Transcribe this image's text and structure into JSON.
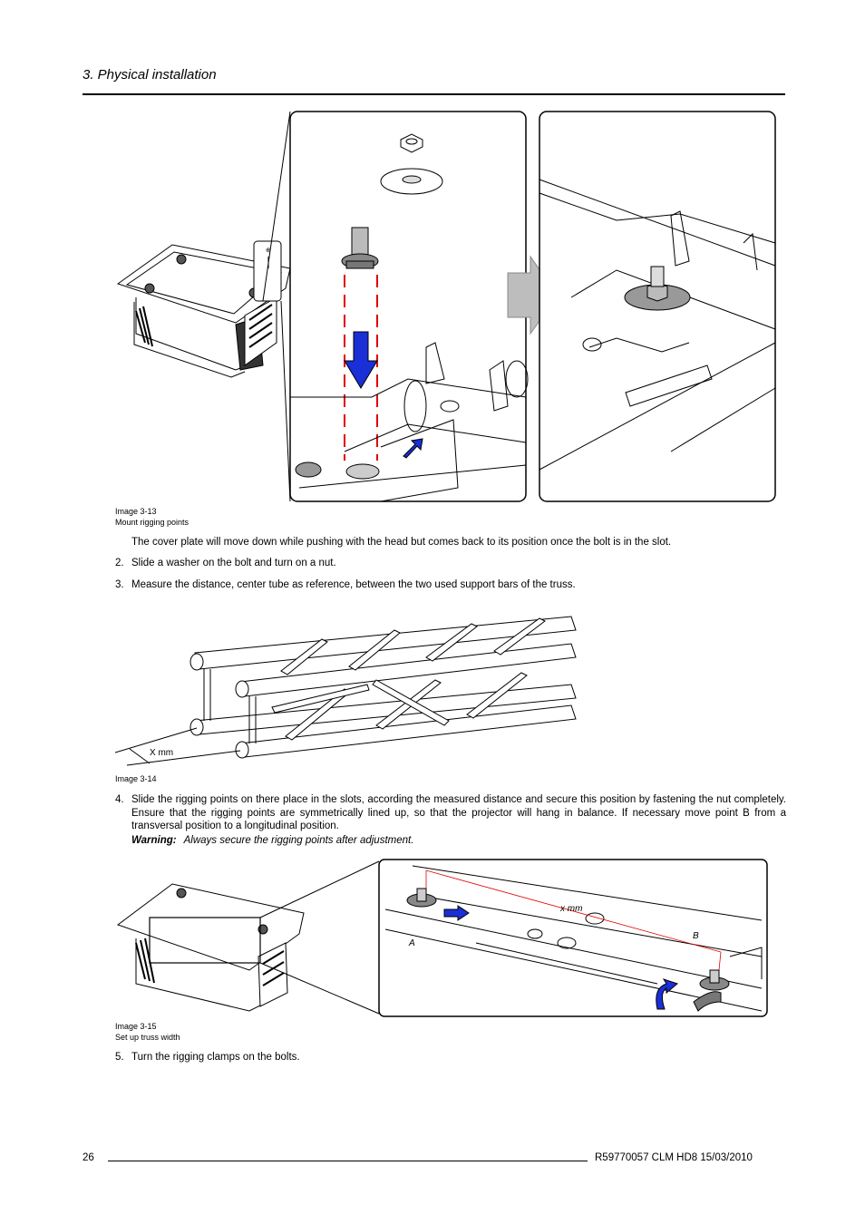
{
  "header": {
    "title": "3.  Physical installation"
  },
  "figures": {
    "image_13": {
      "number": "Image 3-13",
      "caption": "Mount rigging points"
    },
    "image_14": {
      "number": "Image 3-14",
      "dimension_label": "X mm"
    },
    "image_15": {
      "number": "Image 3-15",
      "caption": "Set up truss width",
      "label_xmm": "x mm",
      "label_a": "A",
      "label_b": "B"
    }
  },
  "content": {
    "para_cover_plate": "The cover plate will move down while pushing with the head but comes back to its position once the bolt is in the slot.",
    "step_2": {
      "number": "2.",
      "text": "Slide a washer on the bolt and turn on a nut."
    },
    "step_3": {
      "number": "3.",
      "text": "Measure the distance, center tube as reference, between the two used support bars of the truss."
    },
    "step_4": {
      "number": "4.",
      "text": "Slide the rigging points on there place in the slots, according the measured distance and secure this position by fastening the nut completely. Ensure that the rigging points are symmetrically lined up, so that the projector will hang in balance. If necessary move point B from a transversal position to a longitudinal position.",
      "warning_label": "Warning:",
      "warning_text": "Always secure the rigging points after adjustment."
    },
    "step_5": {
      "number": "5.",
      "text": "Turn the rigging clamps on the bolts."
    }
  },
  "footer": {
    "page_number": "26",
    "doc_ref": "R59770057   CLM HD8  15/03/2010"
  },
  "colors": {
    "arrow_blue": "#1a2fd6",
    "guide_red": "#e00000",
    "gray_arrow": "#bdbdbd"
  }
}
